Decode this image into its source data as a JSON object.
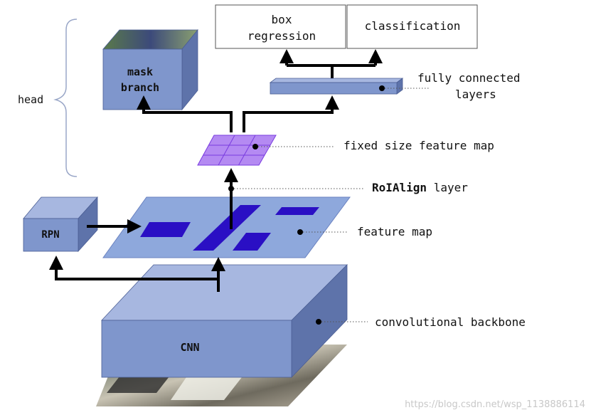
{
  "labels": {
    "head": "head",
    "box_regression_line1": "box",
    "box_regression_line2": "regression",
    "classification": "classification",
    "mask_branch_line1": "mask",
    "mask_branch_line2": "branch",
    "fully_connected_line1": "fully connected",
    "fully_connected_line2": "layers",
    "fixed_size_feature_map": "fixed size feature map",
    "roialign_bold": "RoIAlign",
    "roialign_rest": " layer",
    "rpn": "RPN",
    "feature_map": "feature map",
    "cnn": "CNN",
    "convolutional_backbone": "convolutional backbone"
  },
  "watermark": "https://blog.csdn.net/wsp_1138886114",
  "colors": {
    "box_front": "#7f96cc",
    "box_top": "#a7b7e0",
    "box_side": "#5e73aa",
    "feature_map_plane": "#8ea8dc",
    "region": "#2a0fc4",
    "grid": "#a070f0",
    "arrow": "#000000"
  }
}
